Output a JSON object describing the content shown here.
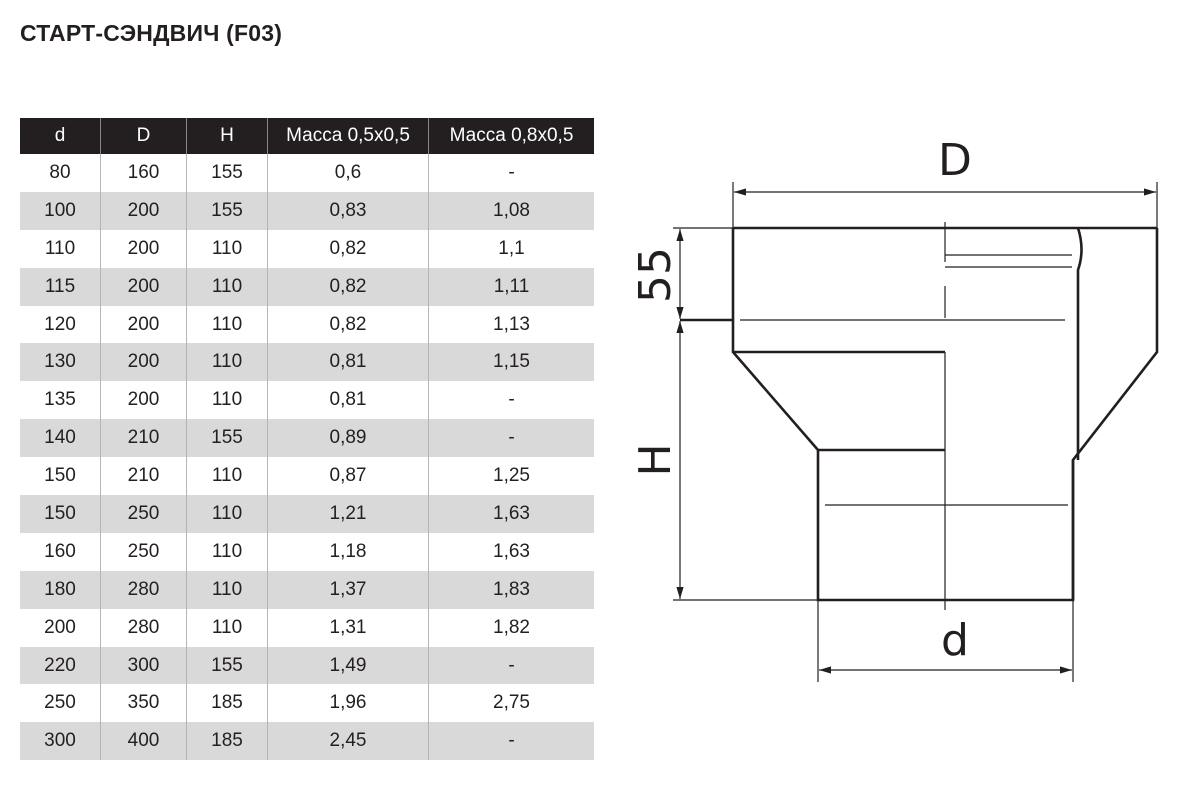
{
  "title": "СТАРТ-СЭНДВИЧ (F03)",
  "table": {
    "headers": [
      "d",
      "D",
      "H",
      "Масса 0,5х0,5",
      "Масса 0,8х0,5"
    ],
    "rows": [
      [
        "80",
        "160",
        "155",
        "0,6",
        "-"
      ],
      [
        "100",
        "200",
        "155",
        "0,83",
        "1,08"
      ],
      [
        "110",
        "200",
        "110",
        "0,82",
        "1,1"
      ],
      [
        "115",
        "200",
        "110",
        "0,82",
        "1,11"
      ],
      [
        "120",
        "200",
        "110",
        "0,82",
        "1,13"
      ],
      [
        "130",
        "200",
        "110",
        "0,81",
        "1,15"
      ],
      [
        "135",
        "200",
        "110",
        "0,81",
        "-"
      ],
      [
        "140",
        "210",
        "155",
        "0,89",
        "-"
      ],
      [
        "150",
        "210",
        "110",
        "0,87",
        "1,25"
      ],
      [
        "150",
        "250",
        "110",
        "1,21",
        "1,63"
      ],
      [
        "160",
        "250",
        "110",
        "1,18",
        "1,63"
      ],
      [
        "180",
        "280",
        "110",
        "1,37",
        "1,83"
      ],
      [
        "200",
        "280",
        "110",
        "1,31",
        "1,82"
      ],
      [
        "220",
        "300",
        "155",
        "1,49",
        "-"
      ],
      [
        "250",
        "350",
        "185",
        "1,96",
        "2,75"
      ],
      [
        "300",
        "400",
        "185",
        "2,45",
        "-"
      ]
    ]
  },
  "diagram": {
    "label_D": "D",
    "label_d": "d",
    "label_H": "H",
    "label_55": "55"
  }
}
